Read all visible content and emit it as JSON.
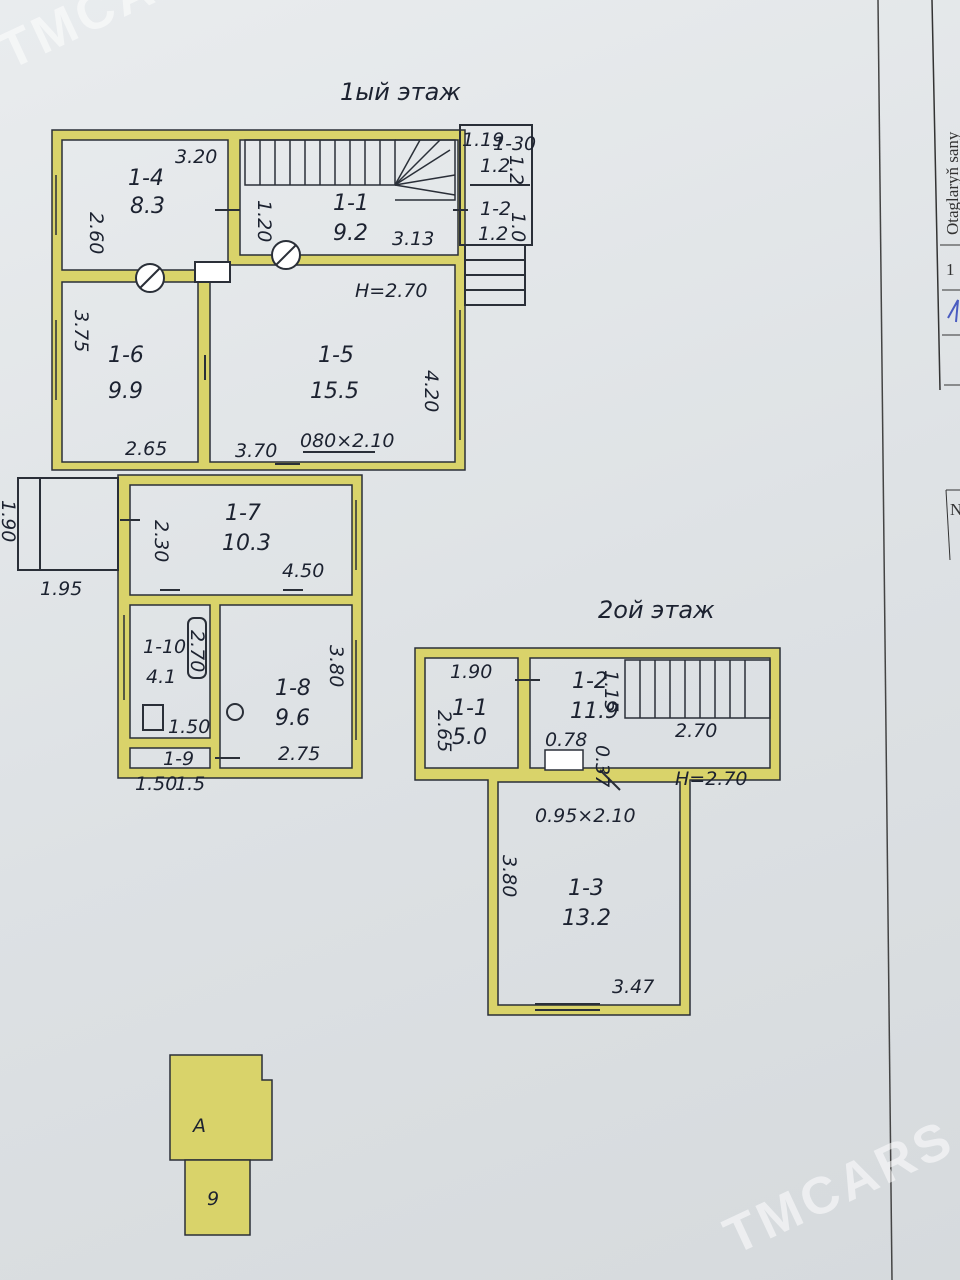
{
  "titles": {
    "floor1": "1ый этаж",
    "floor2": "2ой этаж"
  },
  "floor1": {
    "rooms": {
      "r14": {
        "id": "1-4",
        "area": "8.3"
      },
      "r11": {
        "id": "1-1",
        "area": "9.2"
      },
      "r12": {
        "id": "1-2",
        "area": "1.2",
        "sub_id": "1.2"
      },
      "r16": {
        "id": "1-6",
        "area": "9.9"
      },
      "r15": {
        "id": "1-5",
        "area": "15.5"
      },
      "r17": {
        "id": "1-7",
        "area": "10.3"
      },
      "r110": {
        "id": "1-10",
        "area": "4.1"
      },
      "r19": {
        "id": "1-9"
      },
      "r18": {
        "id": "1-8",
        "area": "9.6"
      }
    },
    "dims": {
      "d320": "3.20",
      "d260": "2.60",
      "d120": "1.20",
      "d313": "3.13",
      "d119": "1.19",
      "d130": "1-30",
      "d12v": "1.2",
      "d10v": "1.0",
      "height": "H=2.70",
      "d375": "3.75",
      "d420": "4.20",
      "d265": "2.65",
      "d370": "3.70",
      "door": "080×2.10",
      "d190": "1.90",
      "d195": "1.95",
      "d230": "2.30",
      "d450": "4.50",
      "d270": "2.70",
      "d150": "1.50",
      "d150b": "1.50",
      "d15": "1.5",
      "d380": "3.80",
      "d275": "2.75"
    }
  },
  "floor2": {
    "rooms": {
      "r11": {
        "id": "1-1",
        "area": "5.0"
      },
      "r12": {
        "id": "1-2",
        "area": "11.9"
      },
      "r13": {
        "id": "1-3",
        "area": "13.2"
      }
    },
    "dims": {
      "d190": "1.90",
      "d265": "2.65",
      "d115": "1.15",
      "d270": "2.70",
      "d078": "0.78",
      "d037": "0.37",
      "height": "H=2.70",
      "door": "0.95×2.10",
      "d380": "3.80",
      "d347": "3.47"
    }
  },
  "legend": {
    "letter": "A",
    "number": "9"
  },
  "side_table": {
    "header": "Otaglaryň sany",
    "row1": "1",
    "header2": "N"
  },
  "watermark": "TMCARS",
  "colors": {
    "wall": "#d9d36a",
    "line": "#2a2f38"
  }
}
